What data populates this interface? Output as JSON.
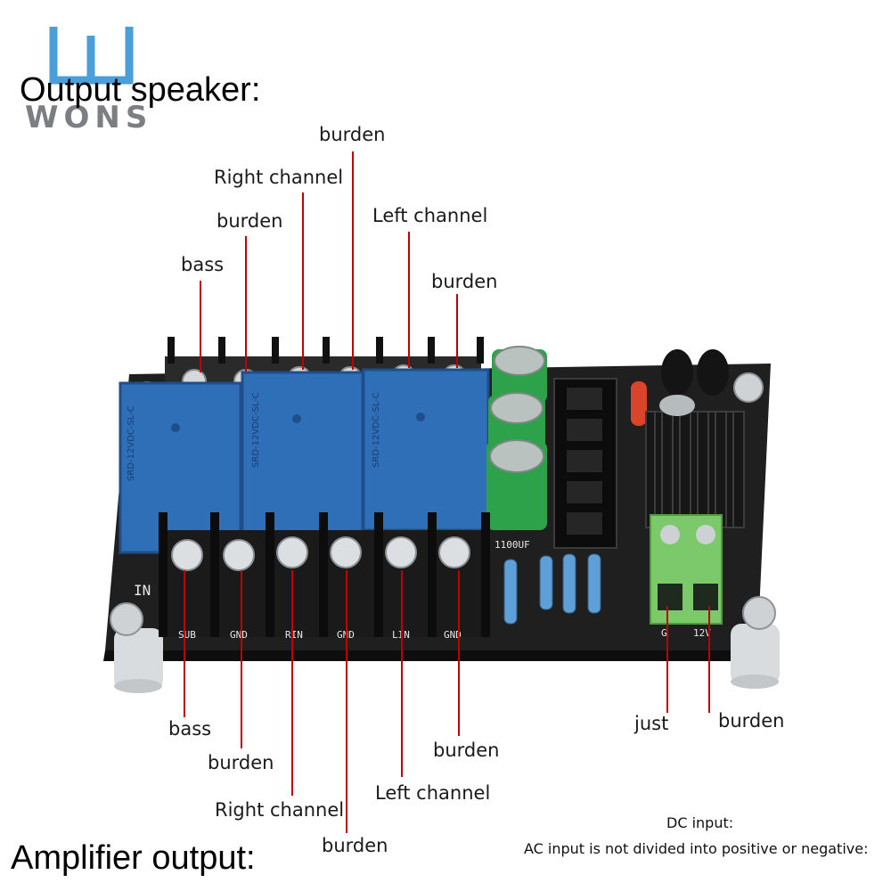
{
  "logo": {
    "text": "WONS",
    "color": "#4a9fd8"
  },
  "headings": {
    "output_speaker": "Output speaker:",
    "amplifier_output": "Amplifier output:"
  },
  "top_labels": [
    {
      "text": "bass"
    },
    {
      "text": "burden"
    },
    {
      "text": "Right channel"
    },
    {
      "text": "burden"
    },
    {
      "text": "Left channel"
    },
    {
      "text": "burden"
    }
  ],
  "bottom_labels": [
    {
      "text": "bass"
    },
    {
      "text": "burden"
    },
    {
      "text": "Right channel"
    },
    {
      "text": "burden"
    },
    {
      "text": "Left channel"
    },
    {
      "text": "burden"
    }
  ],
  "dc_labels": [
    {
      "text": "just"
    },
    {
      "text": "burden"
    }
  ],
  "notes": {
    "dc_input": "DC input:",
    "ac_input": "AC input is not divided into positive or negative:"
  },
  "board": {
    "terminal_labels": [
      "SUB",
      "GND",
      "RIN",
      "GND",
      "LIN",
      "GND"
    ],
    "in_label": "IN",
    "relay_text": "SRD-12VDC-SL-C",
    "cap_label": "1100UF",
    "dc_terminal_labels": [
      "G",
      "12V"
    ]
  },
  "colors": {
    "pcb": "#1f1f1f",
    "relay": "#2f6fb8",
    "capacitor": "#2ea24a",
    "terminal_green": "#7cc96b",
    "leader_line": "#c00000"
  }
}
